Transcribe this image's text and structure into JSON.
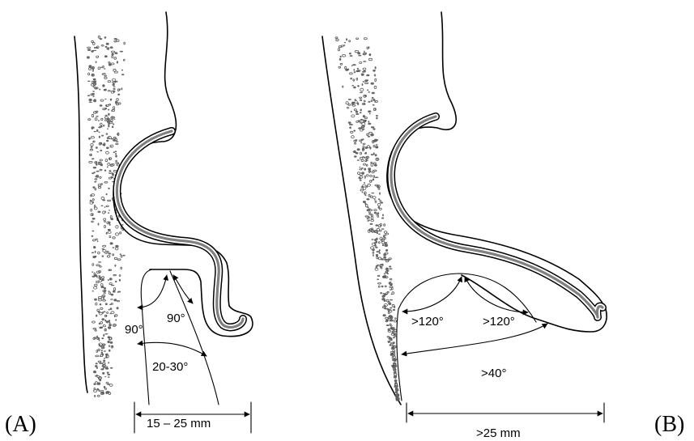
{
  "panel_a": {
    "tag": "(A)",
    "angle_left": "90°",
    "angle_right": "90°",
    "angle_wedge": "20-30°",
    "width_label": "15 – 25 mm"
  },
  "panel_b": {
    "tag": "(B)",
    "angle_left": ">120°",
    "angle_right": ">120°",
    "angle_wedge": ">40°",
    "width_label": ">25 mm"
  },
  "colors": {
    "line": "#000000",
    "mucosa_core": "#808080",
    "bone_dots": "#666666",
    "background": "#ffffff"
  }
}
